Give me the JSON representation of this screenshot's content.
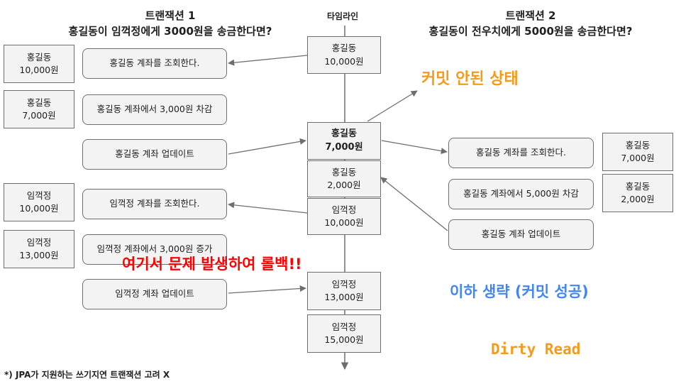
{
  "tx1": {
    "title": "트랜잭션 1\n홍길동이 임꺽정에게 3000원을 송금한다면?"
  },
  "tx2": {
    "title": "트랜잭션 2\n홍길동이 전우치에게 5000원을 송금한다면?"
  },
  "timeline": {
    "label": "타임라인",
    "boxes": [
      "홍길동\n10,000원",
      "홍길동\n7,000원",
      "홍길동\n2,000원",
      "임꺽정\n10,000원",
      "임꺽정\n13,000원",
      "임꺽정\n15,000원"
    ]
  },
  "left_state": [
    "홍길동\n10,000원",
    "홍길동\n7,000원",
    "임꺽정\n10,000원",
    "임꺽정\n13,000원"
  ],
  "left_steps": [
    "홍길동 계좌를 조회한다.",
    "홍길동 계좌에서 3,000원 차감",
    "홍길동 계좌 업데이트",
    "임꺽정 계좌를 조회한다.",
    "임꺽정 계좌에서 3,000원 증가",
    "임꺽정 계좌 업데이트"
  ],
  "right_steps": [
    "홍길동 계좌를 조회한다.",
    "홍길동 계좌에서 5,000원 차감",
    "홍길동 계좌 업데이트"
  ],
  "right_state": [
    "홍길동\n7,000원",
    "홍길동\n2,000원"
  ],
  "notes": {
    "uncommitted": "커밋 안된 상태",
    "rollback": "여기서 문제 발생하여 롤백!!",
    "omitted": "이하 생략 (커밋 성공)",
    "dirty_read": "Dirty Read",
    "footnote": "*) JPA가 지원하는 쓰기지연 트랜잭션 고려 X"
  },
  "colors": {
    "orange": "#f29b1d",
    "red": "#ff0000",
    "blue": "#4285f4",
    "line": "#6e6e6e"
  }
}
